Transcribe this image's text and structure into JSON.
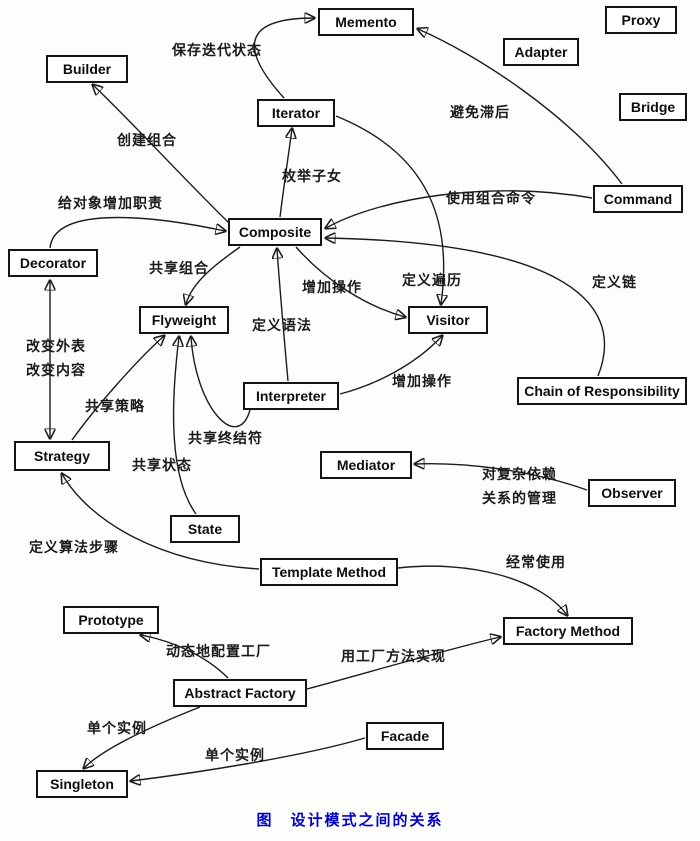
{
  "diagram": {
    "caption": "图　设计模式之间的关系",
    "nodes": [
      "Memento",
      "Proxy",
      "Builder",
      "Adapter",
      "Iterator",
      "Bridge",
      "Command",
      "Composite",
      "Decorator",
      "Flyweight",
      "Visitor",
      "Interpreter",
      "Chain of Responsibility",
      "Strategy",
      "Mediator",
      "Observer",
      "State",
      "Template Method",
      "Prototype",
      "Factory Method",
      "Abstract Factory",
      "Facade",
      "Singleton"
    ],
    "edge_labels": [
      "保存迭代状态",
      "避免滞后",
      "创建组合",
      "枚举子女",
      "使用组合命令",
      "给对象增加职责",
      "共享组合",
      "增加操作",
      "定义遍历",
      "定义链",
      "定义语法",
      "改变外表",
      "改变内容",
      "增加操作",
      "共享策略",
      "共享终结符",
      "共享状态",
      "对复杂依赖",
      "关系的管理",
      "定义算法步骤",
      "经常使用",
      "动态地配置工厂",
      "用工厂方法实现",
      "单个实例",
      "单个实例"
    ],
    "edges": [
      {
        "from": "Iterator",
        "to": "Memento",
        "label": "保存迭代状态"
      },
      {
        "from": "Command",
        "to": "Memento",
        "label": "避免滞后"
      },
      {
        "from": "Composite",
        "to": "Builder",
        "label": "创建组合"
      },
      {
        "from": "Composite",
        "to": "Iterator",
        "label": "枚举子女"
      },
      {
        "from": "Command",
        "to": "Composite",
        "label": "使用组合命令"
      },
      {
        "from": "Chain of Responsibility",
        "to": "Composite",
        "label": "定义链"
      },
      {
        "from": "Decorator",
        "to": "Composite",
        "label": "给对象增加职责"
      },
      {
        "from": "Composite",
        "to": "Flyweight",
        "label": "共享组合"
      },
      {
        "from": "Composite",
        "to": "Visitor",
        "label": "增加操作"
      },
      {
        "from": "Iterator",
        "to": "Visitor",
        "label": "定义遍历"
      },
      {
        "from": "Interpreter",
        "to": "Composite",
        "label": "定义语法"
      },
      {
        "from": "Interpreter",
        "to": "Visitor",
        "label": "增加操作"
      },
      {
        "from": "Decorator",
        "to": "Strategy",
        "label": "改变外表 改变内容",
        "bidirectional": true
      },
      {
        "from": "Strategy",
        "to": "Flyweight",
        "label": "共享策略"
      },
      {
        "from": "Interpreter",
        "to": "Flyweight",
        "label": "共享终结符"
      },
      {
        "from": "State",
        "to": "Flyweight",
        "label": "共享状态"
      },
      {
        "from": "Observer",
        "to": "Mediator",
        "label": "对复杂依赖 关系的管理"
      },
      {
        "from": "Template Method",
        "to": "Strategy",
        "label": "定义算法步骤"
      },
      {
        "from": "Template Method",
        "to": "Factory Method",
        "label": "经常使用"
      },
      {
        "from": "Abstract Factory",
        "to": "Prototype",
        "label": "动态地配置工厂"
      },
      {
        "from": "Abstract Factory",
        "to": "Factory Method",
        "label": "用工厂方法实现"
      },
      {
        "from": "Abstract Factory",
        "to": "Singleton",
        "label": "单个实例"
      },
      {
        "from": "Facade",
        "to": "Singleton",
        "label": "单个实例"
      }
    ]
  }
}
